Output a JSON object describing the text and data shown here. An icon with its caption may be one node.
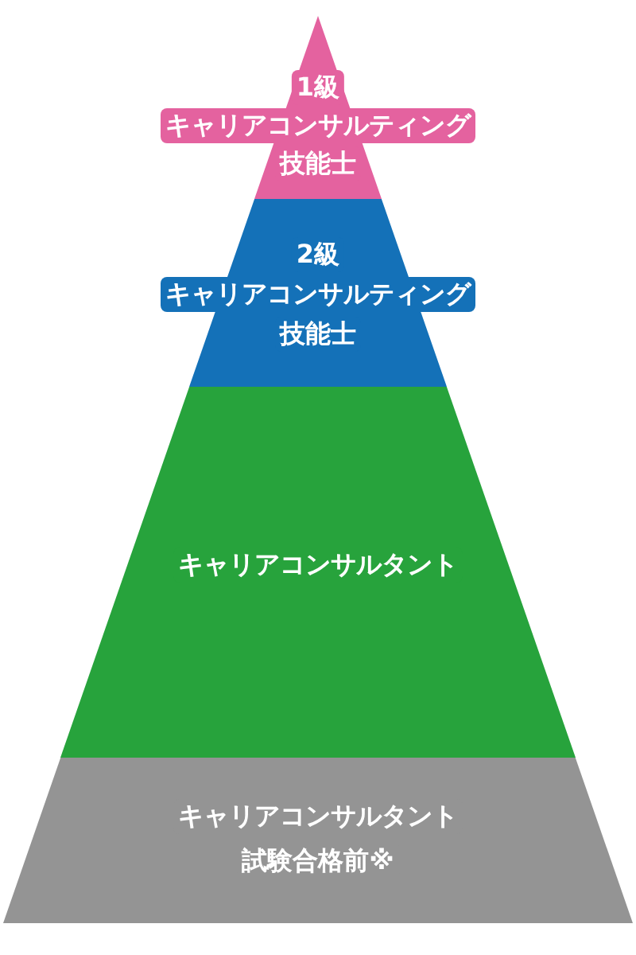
{
  "diagram": {
    "nodes": [
      {
        "text": [
          "1級",
          "キャリアコンサルティング",
          "技能士"
        ]
      },
      {
        "text": [
          "2級",
          "キャリアコンサルティング",
          "技能士"
        ]
      },
      {
        "text": [
          "キャリアコンサルタント"
        ]
      },
      {
        "text": [
          "キャリアコンサルタント",
          "試験合格前※"
        ]
      }
    ]
  }
}
